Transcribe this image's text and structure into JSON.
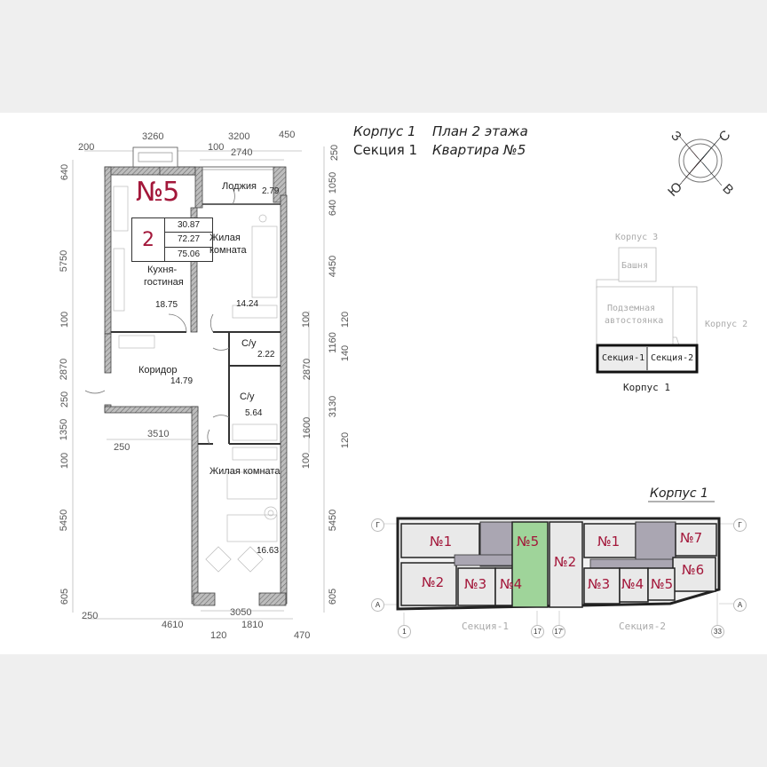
{
  "header": {
    "line1_left": "Корпус 1",
    "line1_right": "План 2 этажа",
    "line2_left": "Секция 1",
    "line2_right": "Квартира №5"
  },
  "compass": {
    "north": "С",
    "east": "В",
    "south": "Ю",
    "west": "З",
    "colors": {
      "north_arms": "#35b5e5",
      "south_arms": "#e0234e"
    }
  },
  "apartment": {
    "number_label": "№5",
    "rooms_count": "2",
    "living_area": "30.87",
    "total_area": "72.27",
    "total_area_with_loggia": "75.06",
    "accent_color": "#a3173a"
  },
  "rooms": [
    {
      "name": "Лоджия",
      "area": "2.79"
    },
    {
      "name": "Жилая комната",
      "area": "14.24"
    },
    {
      "name": "Кухня-гостиная",
      "area": "18.75"
    },
    {
      "name": "С/у",
      "area": "2.22"
    },
    {
      "name": "Коридор",
      "area": "14.79"
    },
    {
      "name": "С/у",
      "area": "5.64"
    },
    {
      "name": "Жилая комната",
      "area": "16.63"
    }
  ],
  "room_labels": {
    "kitchen_line1": "Кухня-",
    "kitchen_line2": "гостиная",
    "living1_line1": "Жилая",
    "living1_line2": "комната"
  },
  "dimensions": {
    "top": [
      "200",
      "3260",
      "100",
      "3200",
      "2740",
      "450"
    ],
    "bottom": [
      "250",
      "4610",
      "120",
      "1810",
      "3050",
      "470"
    ],
    "left": [
      "640",
      "5750",
      "100",
      "2870",
      "250",
      "1350",
      "100",
      "5450",
      "605"
    ],
    "right_outer": [
      "250",
      "1050",
      "640",
      "4450",
      "120",
      "1160",
      "140",
      "3130",
      "120",
      "5450",
      "605"
    ],
    "right_inner": [
      "100",
      "2870",
      "1600",
      "100"
    ],
    "corridor": [
      "3510",
      "250"
    ]
  },
  "site_plan": {
    "building3": "Корпус 3",
    "tower": "Башня",
    "parking_line1": "Подземная",
    "parking_line2": "автостоянка",
    "building2": "Корпус 2",
    "section1": "Секция-1",
    "section2": "Секция-2",
    "building1": "Корпус 1"
  },
  "key_plan": {
    "title": "Корпус 1",
    "section1_label": "Секция-1",
    "section2_label": "Секция-2",
    "axes": {
      "g_left": "Г",
      "a_left": "А",
      "g_right": "Г",
      "a_right": "А",
      "n1": "1",
      "n17": "17",
      "n17p": "17'",
      "n33": "33"
    },
    "section1_apartments": [
      "№1",
      "№2",
      "№3",
      "№4",
      "№5"
    ],
    "section2_apartments": [
      "№1",
      "№2",
      "№3",
      "№4",
      "№5",
      "№6",
      "№7"
    ],
    "highlight_color": "#9fd49a",
    "core_color": "#a8a4b0"
  }
}
